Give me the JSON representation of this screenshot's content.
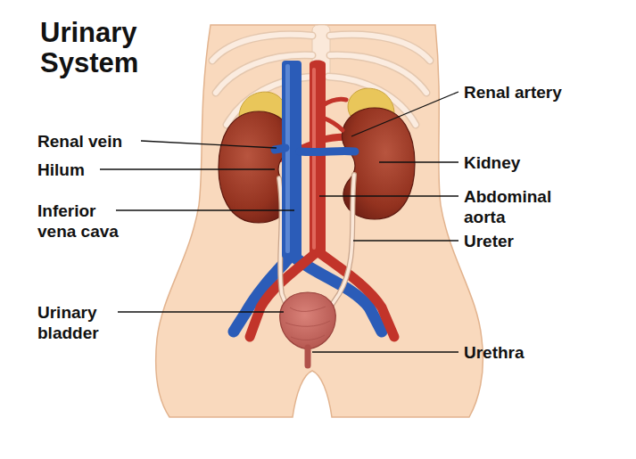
{
  "diagram": {
    "title": "Urinary System",
    "labels": [
      "Renal vein",
      "Hilum",
      "Inferior vena cava",
      "Urinary bladder",
      "Renal artery",
      "Kidney",
      "Abdominal aorta",
      "Ureter",
      "Urethra"
    ]
  }
}
